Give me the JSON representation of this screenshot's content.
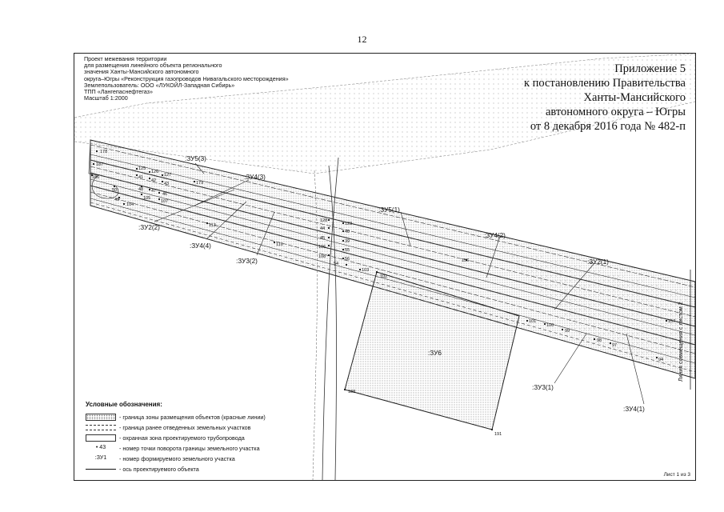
{
  "page_number": "12",
  "header": {
    "lines": [
      "Проект межевания территории",
      "для размещения линейного объекта регионального",
      "значения Ханты-Мансийского автономного",
      "округа–Югры «Реконструкция газопроводов Нивагальского месторождения»",
      "Землепользователь: ООО «ЛУКОЙЛ-Западная Сибирь»",
      "ТПП «Лангепаснефтегаз»",
      "Масштаб 1:2000"
    ]
  },
  "appendix": {
    "lines": [
      "Приложение 5",
      "к постановлению Правительства",
      "Ханты-Мансийского",
      "автономного округа – Югры",
      "от 8 декабря 2016 года № 482-п"
    ]
  },
  "parcels": {
    "zu5_3": ":ЗУ5(3)",
    "zu4_3": ":ЗУ4(3)",
    "zu2_2": ":ЗУ2(2)",
    "zu4_4": ":ЗУ4(4)",
    "zu3_2": ":ЗУ3(2)",
    "zu5_1": ":ЗУ5(1)",
    "zu4_2": ":ЗУ4(2)",
    "zu2_1": ":ЗУ2(1)",
    "zu6": ":ЗУ6",
    "zu3_1": ":ЗУ3(1)",
    "zu4_1": ":ЗУ4(1)"
  },
  "points": {
    "p178": "178",
    "p187": "187",
    "p186": "186",
    "p125": "125",
    "p126": "126",
    "p127": "127",
    "p41": "41",
    "p42": "42",
    "p43": "43",
    "p179": "179",
    "p50": "50",
    "p48": "48",
    "p47": "47",
    "p46": "46",
    "p49": "49",
    "p105": "105",
    "p107": "107",
    "p104": "104",
    "p113": "113",
    "p110": "110",
    "p128": "128",
    "p44": "44",
    "p45": "45",
    "p106": "106",
    "p108": "108",
    "p123": "123",
    "p40": "40",
    "p39": "39",
    "p55": "55",
    "p56": "56",
    "p54": "54",
    "p103": "103",
    "p102": "102",
    "p156": "156",
    "p101": "101",
    "p100": "100",
    "p99": "99",
    "p98": "98",
    "p97": "97",
    "p157": "157",
    "p94": "94",
    "p188": "188",
    "p191": "191"
  },
  "legend": {
    "title": "Условные обозначения:",
    "items": [
      {
        "symbol": "",
        "text": "- граница зоны размещения объектов (красные линии)"
      },
      {
        "symbol": "",
        "text": "- граница ранее отведенных земельных участков"
      },
      {
        "symbol": "",
        "text": "- охранная зона проектируемого трубопровода"
      },
      {
        "symbol": "• 43",
        "text": "- номер точки поворота границы земельного участка"
      },
      {
        "symbol": ":ЗУ1",
        "text": "- номер формируемого земельного участка"
      },
      {
        "symbol": "",
        "text": "- ось проектируемого объекта"
      }
    ]
  },
  "side_label": "Линия совмещения с листом 2",
  "sheet_label": "Лист 1 из 3"
}
